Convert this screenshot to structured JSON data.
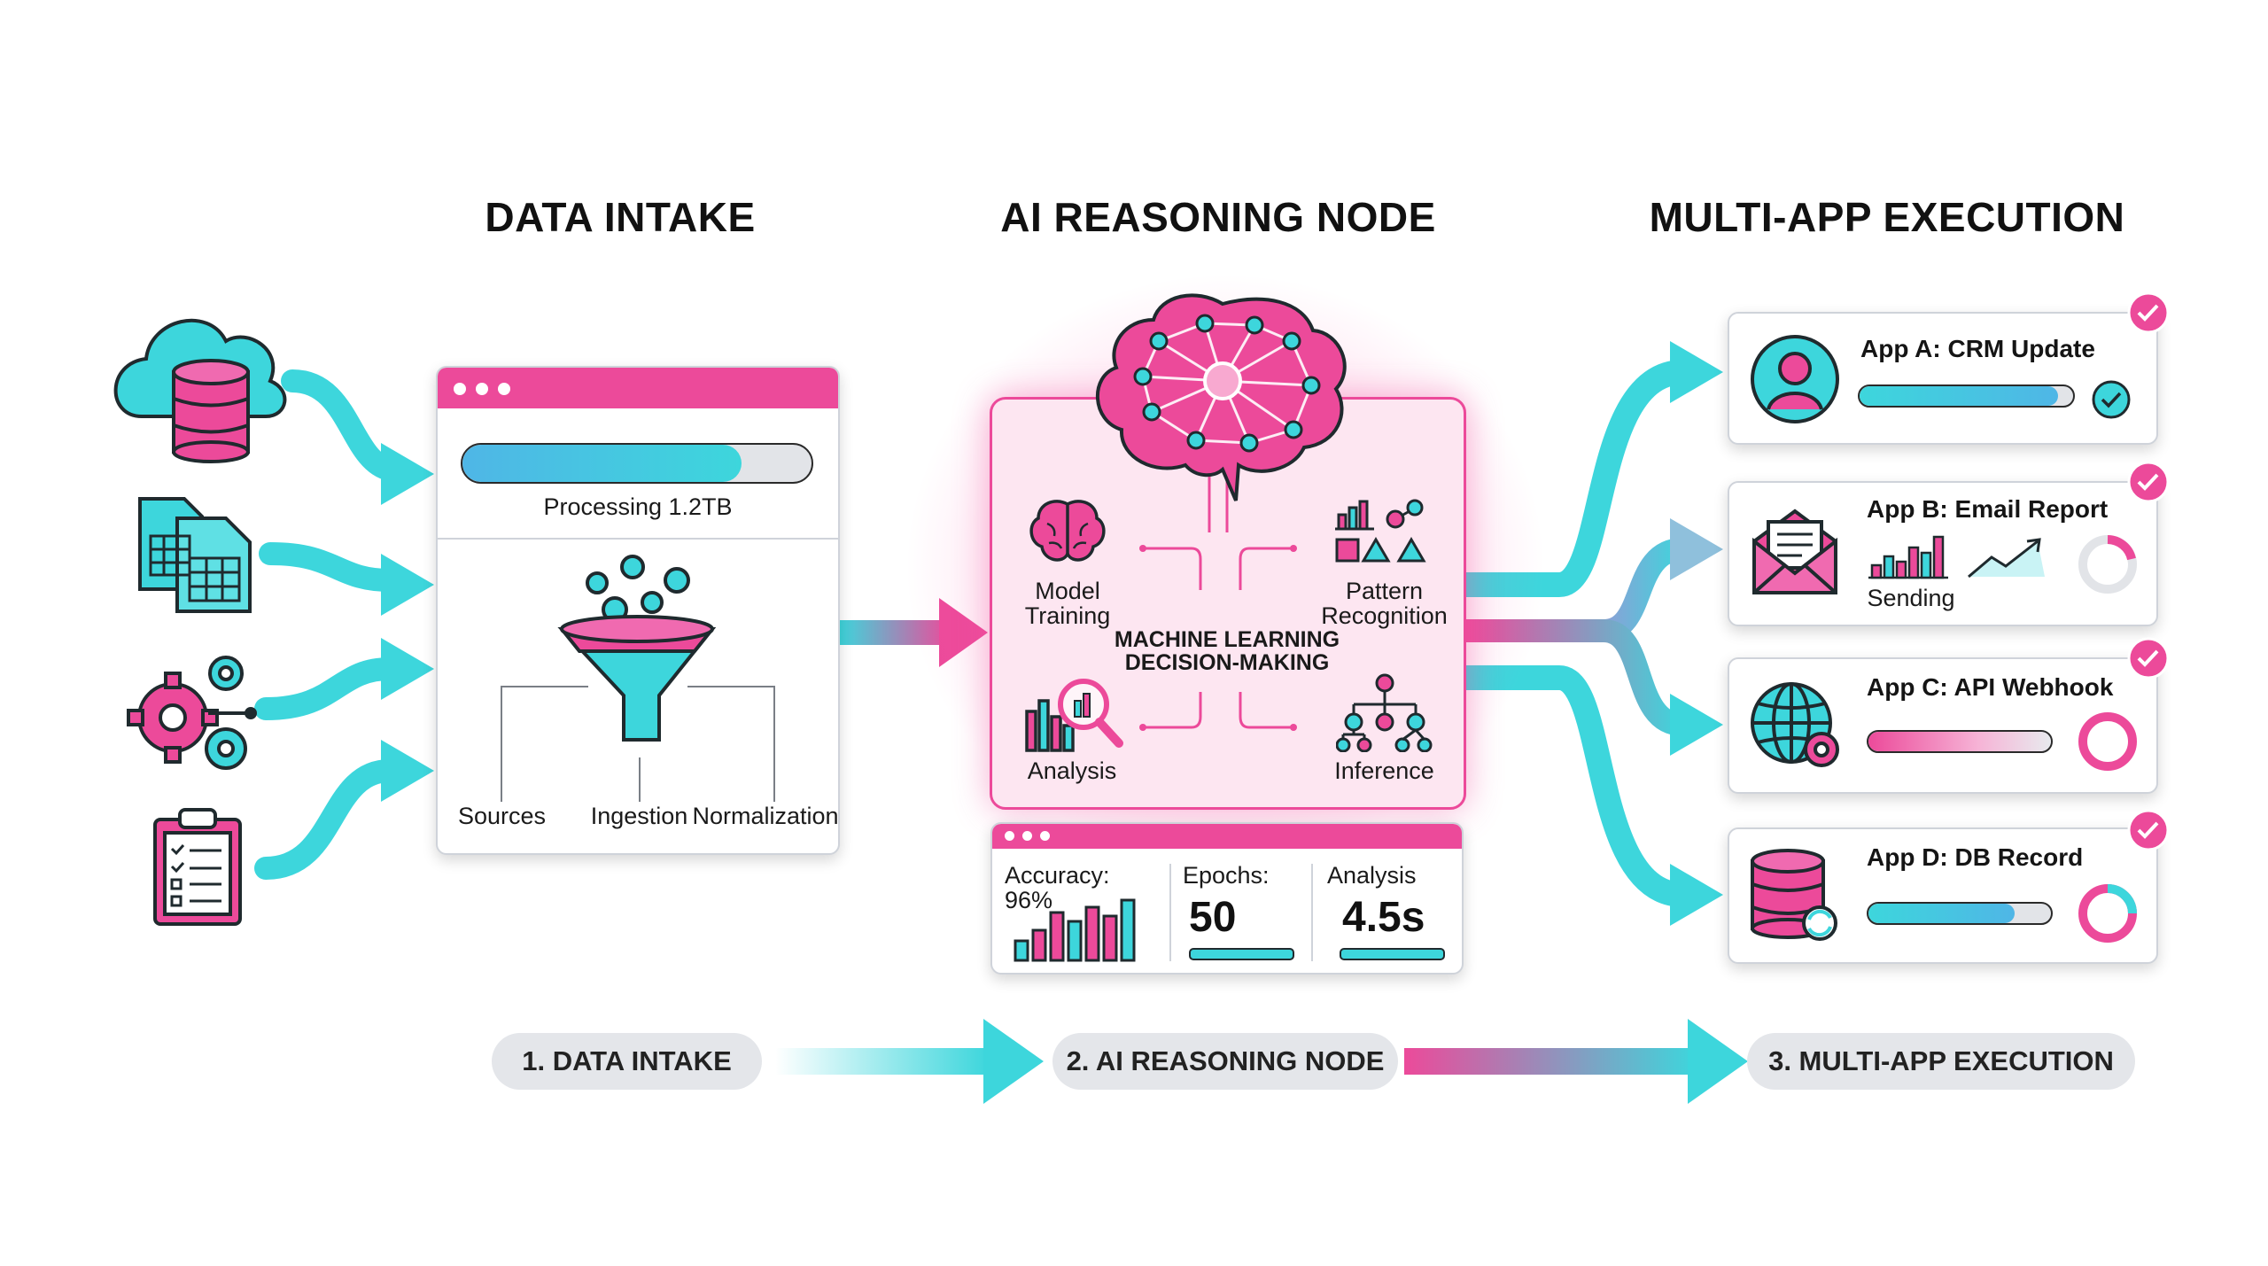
{
  "headers": {
    "intake": "DATA INTAKE",
    "reasoning": "AI REASONING NODE",
    "execution": "MULTI-APP EXECUTION"
  },
  "intake_panel": {
    "progress_label": "Processing 1.2TB",
    "progress_fraction": 0.8,
    "stages": [
      "Sources",
      "Ingestion",
      "Normalization"
    ]
  },
  "reasoning_panel": {
    "quadrants": {
      "top_left": "Model\nTraining",
      "top_right": "Pattern\nRecognition",
      "bottom_left": "Analysis",
      "bottom_right": "Inference"
    },
    "center_label": "MACHINE LEARNING\nDECISION-MAKING"
  },
  "metrics": {
    "accuracy_label": "Accuracy: 96%",
    "epochs_label": "Epochs:",
    "epochs_value": "50",
    "analysis_label": "Analysis",
    "analysis_value": "4.5s"
  },
  "apps": [
    {
      "title": "App A: CRM Update",
      "progress_fraction": 0.93,
      "status_icon": "check-circle-icon"
    },
    {
      "title": "App B: Email Report",
      "sub_label": "Sending",
      "status_icon": "ring-progress-icon"
    },
    {
      "title": "App C: API Webhook",
      "progress_fraction": 1.0,
      "status_icon": "ring-progress-icon"
    },
    {
      "title": "App D: DB Record",
      "progress_fraction": 0.8,
      "status_icon": "ring-progress-icon"
    }
  ],
  "steps": [
    "1. DATA INTAKE",
    "2. AI REASONING NODE",
    "3. MULTI-APP EXECUTION"
  ],
  "colors": {
    "cyan": "#3dd6dc",
    "pink": "#ec4a9a",
    "dark": "#1f2a2e",
    "light_pink": "#fde6f1"
  }
}
